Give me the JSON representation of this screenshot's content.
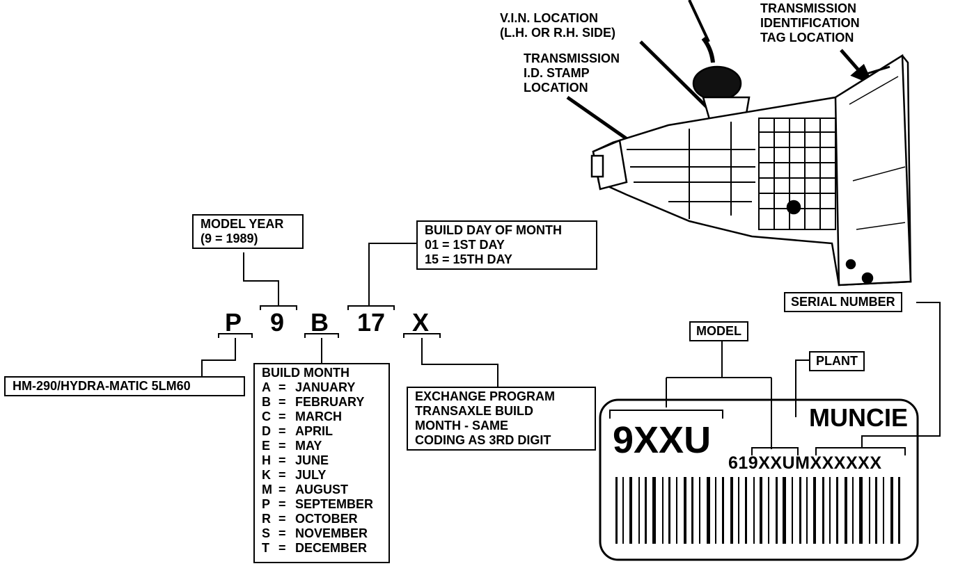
{
  "code": {
    "chars": [
      "P",
      "9",
      "B",
      "17",
      "X"
    ]
  },
  "model_year": {
    "line1": "MODEL YEAR",
    "line2": "(9 = 1989)"
  },
  "build_day": {
    "title": "BUILD DAY OF MONTH",
    "line1": "01 = 1ST DAY",
    "line2": "15 = 15TH DAY"
  },
  "transmission_model": {
    "text": "HM-290/HYDRA-MATIC 5LM60"
  },
  "build_month": {
    "title": "BUILD MONTH",
    "items": [
      {
        "code": "A",
        "month": "JANUARY"
      },
      {
        "code": "B",
        "month": "FEBRUARY"
      },
      {
        "code": "C",
        "month": "MARCH"
      },
      {
        "code": "D",
        "month": "APRIL"
      },
      {
        "code": "E",
        "month": "MAY"
      },
      {
        "code": "H",
        "month": "JUNE"
      },
      {
        "code": "K",
        "month": "JULY"
      },
      {
        "code": "M",
        "month": "AUGUST"
      },
      {
        "code": "P",
        "month": "SEPTEMBER"
      },
      {
        "code": "R",
        "month": "OCTOBER"
      },
      {
        "code": "S",
        "month": "NOVEMBER"
      },
      {
        "code": "T",
        "month": "DECEMBER"
      }
    ]
  },
  "exchange": {
    "line1": "EXCHANGE PROGRAM",
    "line2": "TRANSAXLE BUILD",
    "line3": "MONTH - SAME",
    "line4": "CODING AS 3RD DIGIT"
  },
  "callouts": {
    "vin_line1": "V.I.N. LOCATION",
    "vin_line2": "(L.H. OR R.H. SIDE)",
    "stamp_line1": "TRANSMISSION",
    "stamp_line2": "I.D. STAMP",
    "stamp_line3": "LOCATION",
    "tag_line1": "TRANSMISSION",
    "tag_line2": "IDENTIFICATION",
    "tag_line3": "TAG LOCATION"
  },
  "tag": {
    "serial_label": "SERIAL NUMBER",
    "model_label": "MODEL",
    "plant_label": "PLANT",
    "model_code": "9XXU",
    "plant_name": "MUNCIE",
    "serial_code": "619XXUMXXXXXX"
  }
}
